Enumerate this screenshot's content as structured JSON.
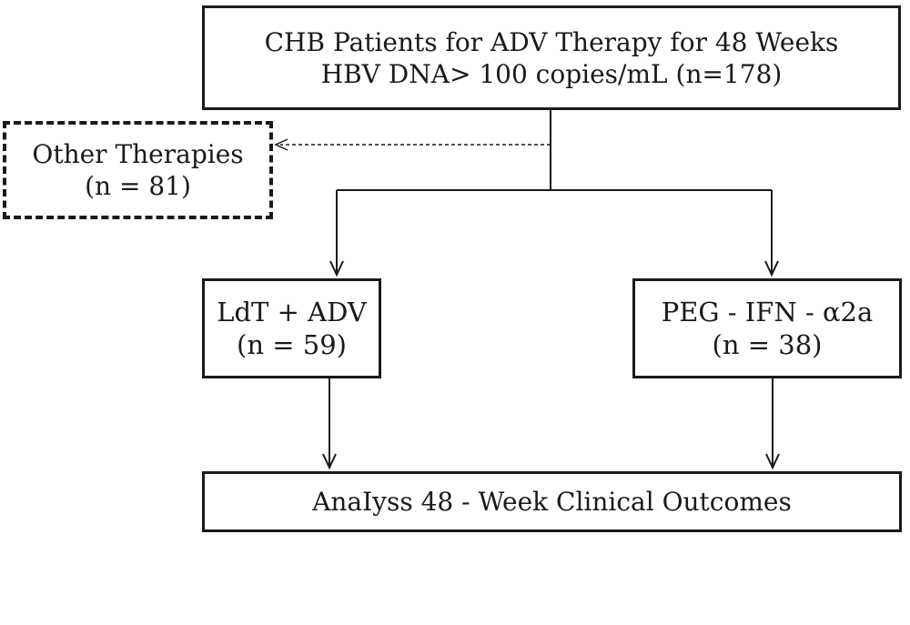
{
  "diagram": {
    "top_box": {
      "line1": "CHB Patients for ADV Therapy for 48 Weeks",
      "line2": "HBV DNA> 100 copies/mL (n=178)"
    },
    "other_box": {
      "line1": "Other Therapies",
      "line2": "(n = 81)"
    },
    "ldt_box": {
      "line1": "LdT + ADV",
      "line2": "(n = 59)"
    },
    "peg_box": {
      "line1": "PEG - IFN - α2a",
      "line2": "(n = 38)"
    },
    "analysis_box": {
      "line1": "AnaIyss 48 - Week Clinical Outcomes"
    }
  }
}
